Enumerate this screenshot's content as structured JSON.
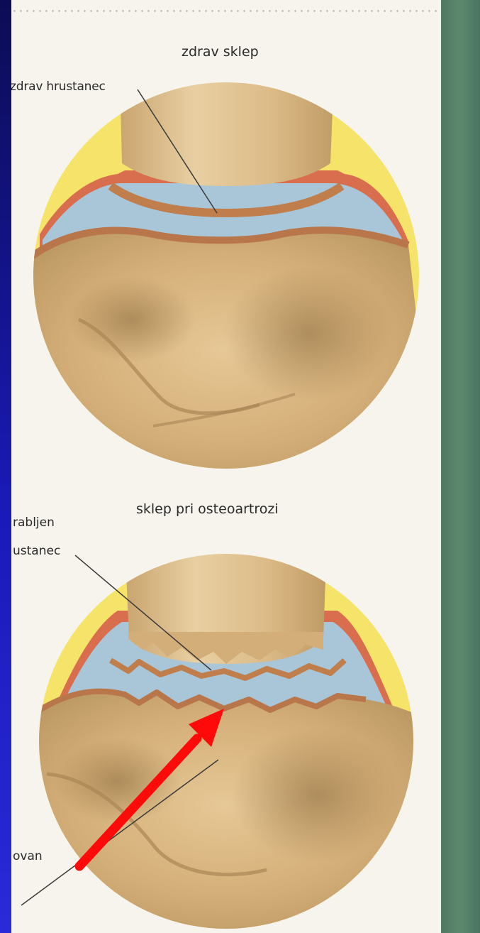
{
  "figure_top": {
    "title": "zdrav sklep",
    "label_cartilage": "zdrav hrustanec"
  },
  "figure_bottom": {
    "title": "sklep pri osteoartrozi",
    "label_damaged_line1": "rabljen",
    "label_damaged_line2": "ustanec",
    "label_bone": "ovan"
  },
  "colors": {
    "background_blue": "#1a1ab8",
    "page_paper": "#f6f4ec",
    "green_band": "#5d8a6f",
    "yellow_disc": "#f6e36a",
    "bone": "#d9b683",
    "synovial_blue": "#a9c5d8",
    "cartilage_brown": "#c07e4c",
    "capsule_red": "#d96e4e",
    "arrow_red": "#ff0a0a"
  },
  "icons": [
    "red-arrow-icon"
  ]
}
